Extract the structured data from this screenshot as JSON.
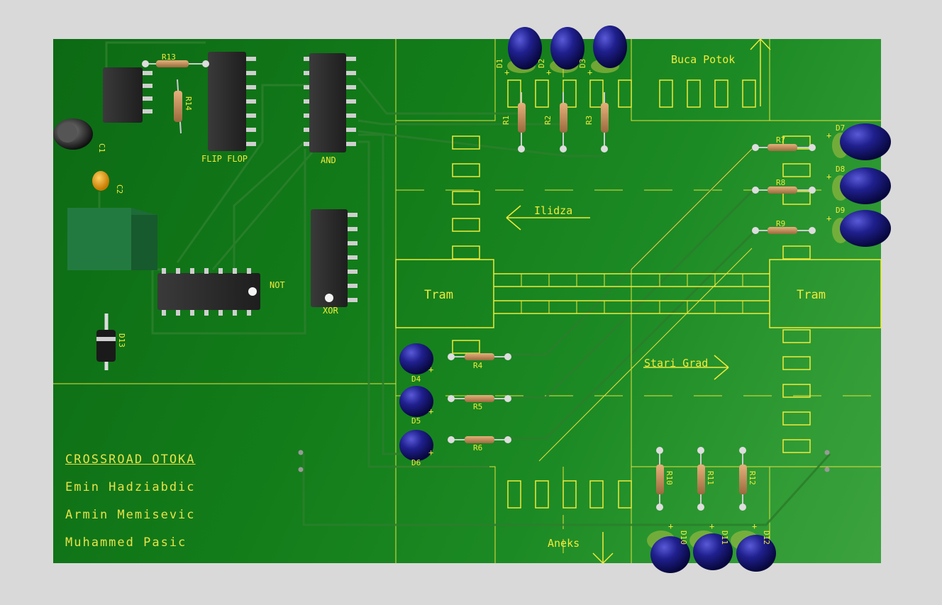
{
  "colors": {
    "background": "#d9d9d9",
    "board": "#137d1a",
    "silkscreen": "#f0ea3c",
    "trace": "#2b7f2b",
    "led": "#1a1a80",
    "chip": "#2b2b2b",
    "pin": "#cfcfcf"
  },
  "icons": {
    "arrow_ilidza": "arrow-left-icon",
    "arrow_stari_grad": "arrow-right-icon",
    "arrow_buca_potok": "arrow-up-icon",
    "arrow_aneks": "arrow-down-icon"
  },
  "labels": {
    "buca_potok": "Buca Potok",
    "ilidza": "Ilidza",
    "stari_grad": "Stari Grad",
    "aneks": "Aneks",
    "tram_left": "Tram",
    "tram_right": "Tram"
  },
  "chips": {
    "flip_flop": "FLIP FLOP",
    "and": "AND",
    "not": "NOT",
    "xor": "XOR"
  },
  "components": {
    "r13": "R13",
    "r14": "R14",
    "c1": "C1",
    "c2": "C2",
    "d13": "D13",
    "d1": "D1",
    "d2": "D2",
    "d3": "D3",
    "r1": "R1",
    "r2": "R2",
    "r3": "R3",
    "r7": "R7",
    "r8": "R8",
    "r9": "R9",
    "d7": "D7",
    "d8": "D8",
    "d9": "D9",
    "r4": "R4",
    "r5": "R5",
    "r6": "R6",
    "d4": "D4",
    "d5": "D5",
    "d6": "D6",
    "r10": "R10",
    "r11": "R11",
    "r12": "R12",
    "d10": "D10",
    "d11": "D11",
    "d12": "D12",
    "plus": "+"
  },
  "credits": {
    "title": "CROSSROAD OTOKA",
    "author1": "Emin Hadziabdic",
    "author2": "Armin Memisevic",
    "author3": "Muhammed Pasic"
  }
}
